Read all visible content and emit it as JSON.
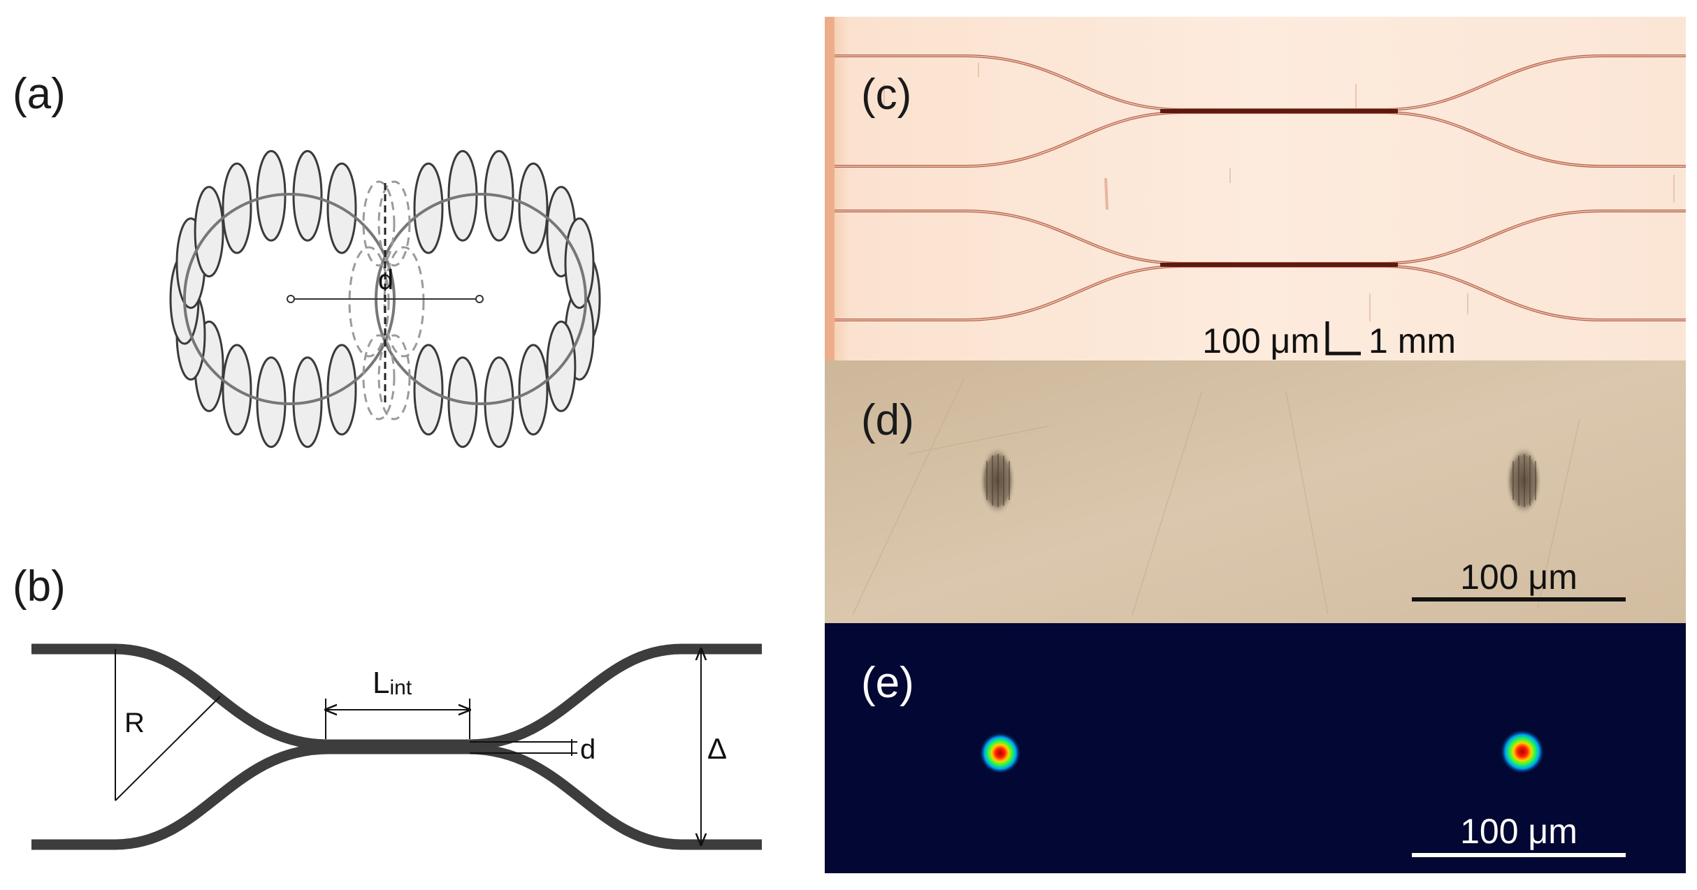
{
  "panels": {
    "a": {
      "label": "(a)",
      "d_label": "d"
    },
    "b": {
      "label": "(b)",
      "R_label": "R",
      "Lint_main": "L",
      "Lint_sub": "int",
      "d_label": "d",
      "delta_label": "Δ"
    },
    "c": {
      "label": "(c)",
      "scale_left": "100 μm",
      "scale_right": "1 mm"
    },
    "d": {
      "label": "(d)",
      "scale": "100 μm"
    },
    "e": {
      "label": "(e)",
      "scale": "100 μm"
    }
  },
  "colors": {
    "ellipse_fill": "#eeeeee",
    "ellipse_stroke": "#3a3a3a",
    "waveguide": "#3d3d3d",
    "panel_c_bg": "#fbe6d6",
    "panel_d_bg": "#d6c2a6",
    "panel_e_bg": "#030733"
  }
}
